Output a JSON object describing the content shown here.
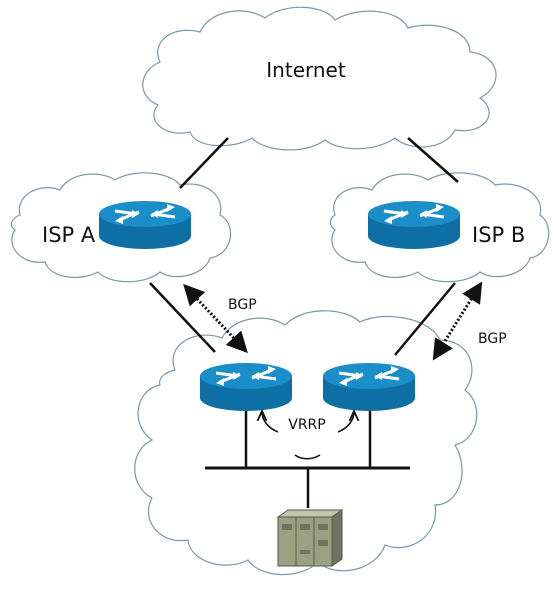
{
  "labels": {
    "internet": "Internet",
    "isp_a": "ISP A",
    "isp_b": "ISP B",
    "bgp_left": "BGP",
    "bgp_right": "BGP",
    "vrrp": "VRRP"
  },
  "colors": {
    "cloud_stroke": "#7b97a8",
    "cloud_fill": "#ffffff",
    "router_top": "#1b8ec9",
    "router_side": "#0d6fa3",
    "router_arrows": "#ffffff",
    "link": "#111111",
    "server_body": "#9ba083",
    "server_dark": "#6f7461"
  },
  "icons": {
    "router": "router-icon",
    "server": "server-rack-icon"
  }
}
